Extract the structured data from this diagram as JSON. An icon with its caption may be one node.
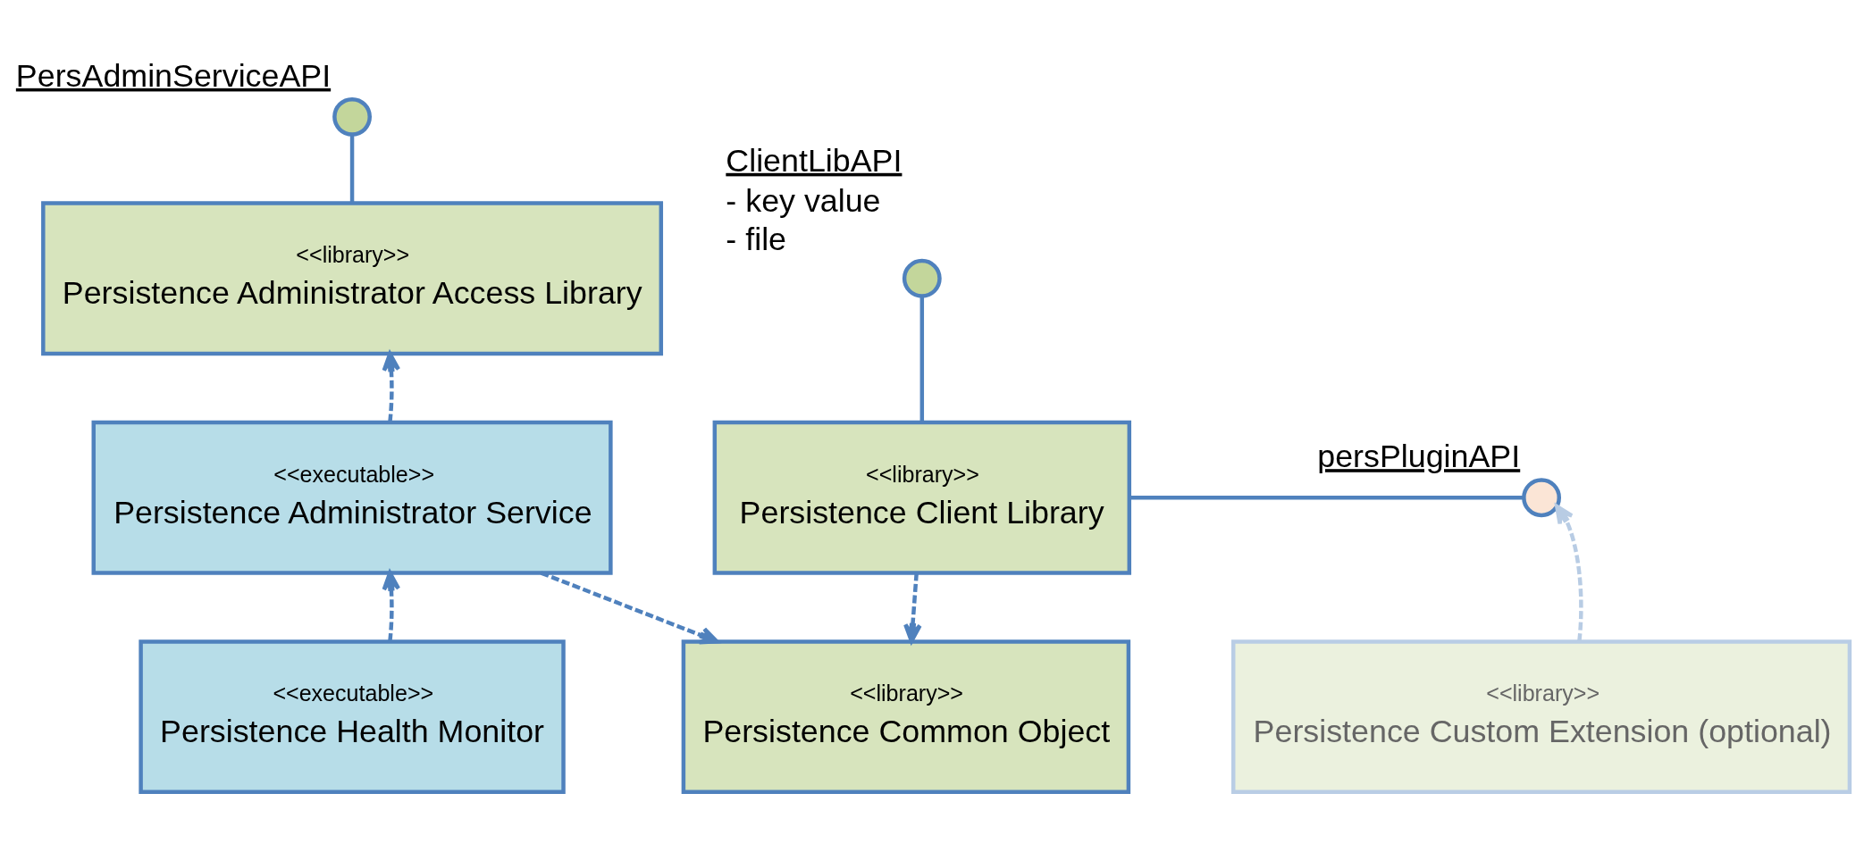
{
  "diagram": {
    "nodes": [
      {
        "text": [
          "PersAdminServiceAPI"
        ]
      },
      {
        "text": [
          "ClientLibAPI",
          "- key value",
          "- file"
        ]
      },
      {
        "text": [
          "persPluginAPI"
        ]
      },
      {
        "text": [
          "<<library>>",
          "Persistence Administrator Access Library"
        ]
      },
      {
        "text": [
          "<<library>>",
          "Persistence Client Library"
        ]
      },
      {
        "text": [
          "<<executable>>",
          "Persistence Administrator Service"
        ]
      },
      {
        "text": [
          "<<library>>",
          "Persistence Custom Extension (optional)"
        ]
      },
      {
        "text": [
          "<<library>>",
          "Persistence Common Object"
        ]
      },
      {
        "text": [
          "<<executable>>",
          "Persistence Health Monitor"
        ]
      }
    ],
    "edges": [
      {
        "from": 0,
        "to": 3,
        "arrow": "none"
      },
      {
        "from": 1,
        "to": 4,
        "arrow": "none"
      },
      {
        "from": 2,
        "to": 4,
        "arrow": "none"
      },
      {
        "from": 5,
        "to": 3,
        "arrow": "to",
        "style": "dashed"
      },
      {
        "from": 4,
        "to": 7,
        "arrow": "to",
        "style": "dashed"
      },
      {
        "from": 5,
        "to": 7,
        "arrow": "to",
        "style": "dashed"
      },
      {
        "from": 8,
        "to": 5,
        "arrow": "to",
        "style": "dashed"
      },
      {
        "from": 6,
        "to": 2,
        "arrow": "to",
        "style": "dashed",
        "color": "#b8cce4"
      }
    ]
  }
}
